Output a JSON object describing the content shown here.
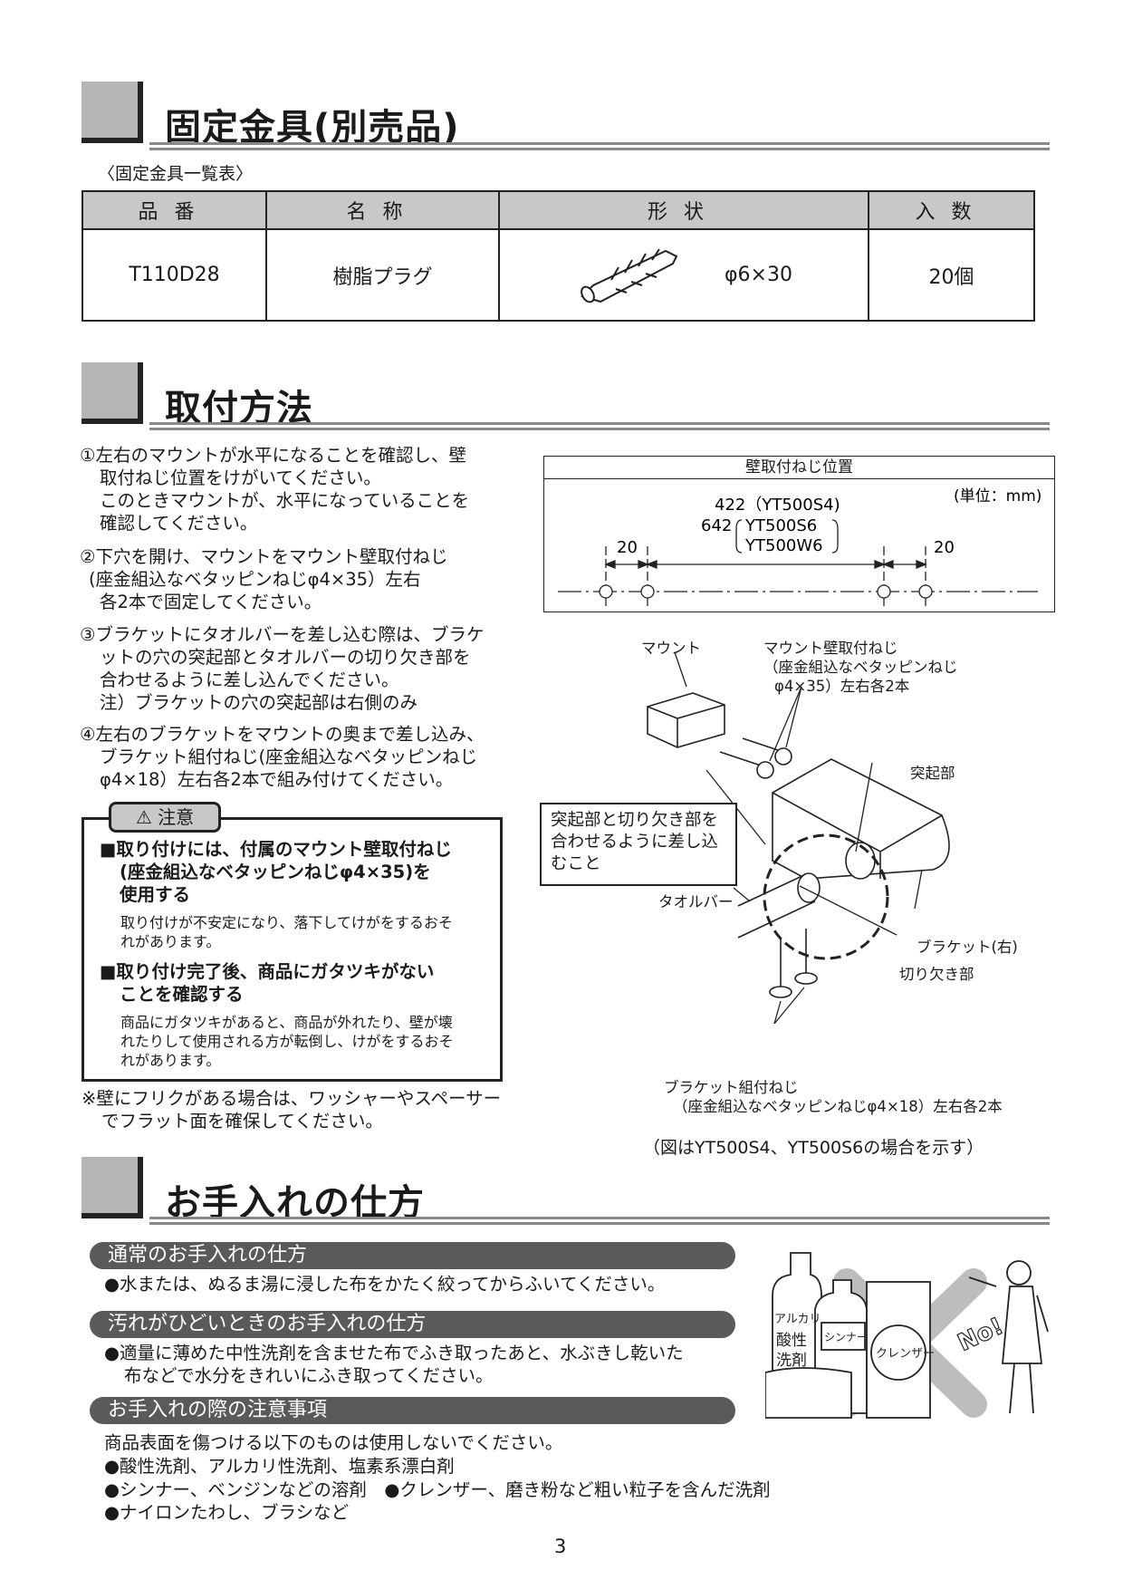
{
  "sections": {
    "fixtures": {
      "title": "固定金具(別売品)",
      "subtitle": "〈固定金具一覧表〉"
    },
    "install": {
      "title": "取付方法"
    },
    "care": {
      "title": "お手入れの仕方"
    }
  },
  "fixture_table": {
    "headers": [
      "品番",
      "名称",
      "形状",
      "入数"
    ],
    "rows": [
      {
        "part_no": "T110D28",
        "name": "樹脂プラグ",
        "shape": "φ6×30",
        "qty": "20個"
      }
    ]
  },
  "steps": [
    {
      "line1": "①左右のマウントが水平になることを確認し、壁",
      "rest": [
        "取付ねじ位置をけがいてください。",
        "このときマウントが、水平になっていることを",
        "確認してください。"
      ]
    },
    {
      "line1": "②下穴を開け、マウントをマウント壁取付ねじ",
      "rest": [
        "(座金組込なベタッピンねじφ4×35）左右",
        "各2本で固定してください。"
      ]
    },
    {
      "line1": "③ブラケットにタオルバーを差し込む際は、ブラケ",
      "rest": [
        "ットの穴の突起部とタオルバーの切り欠き部を",
        "合わせるように差し込んでください。",
        "注）ブラケットの穴の突起部は右側のみ"
      ]
    },
    {
      "line1": "④左右のブラケットをマウントの奥まで差し込み、",
      "rest": [
        "ブラケット組付ねじ(座金組込なベタッピンねじ",
        "φ4×18）左右各2本で組み付けてください。"
      ]
    }
  ],
  "caution": {
    "label": "注意",
    "items": [
      {
        "bold": [
          "■取り付けには、付属のマウント壁取付ねじ",
          "(座金組込なベタッピンねじφ4×35)を",
          "使用する"
        ],
        "detail": [
          "取り付けが不安定になり、落下してけがをするおそ",
          "れがあります。"
        ]
      },
      {
        "bold": [
          "■取り付け完了後、商品にガタツキがない",
          "ことを確認する"
        ],
        "detail": [
          "商品にガタツキがあると、商品が外れたり、壁が壊",
          "れたりして使用される方が転倒し、けがをするおそ",
          "れがあります。"
        ]
      }
    ]
  },
  "note": [
    "※壁にフリクがある場合は、ワッシャーやスペーサー",
    "でフラット面を確保してください。"
  ],
  "screw_position": {
    "title": "壁取付ねじ位置",
    "unit": "(単位：mm)",
    "dim1": "422（YT500S4)",
    "dim2": "642",
    "models": [
      "YT500S6",
      "YT500W6"
    ],
    "edge": "20"
  },
  "diagram_labels": {
    "mount": "マウント",
    "mount_screw": [
      "マウント壁取付ねじ",
      "（座金組込なベタッピンねじ",
      "φ4×35）左右各2本"
    ],
    "protrusion": "突起部",
    "callout": [
      "突起部と切り欠き部を",
      "合わせるように差し込",
      "むこと"
    ],
    "towel_bar": "タオルバー",
    "bracket": "ブラケット(右)",
    "notch": "切り欠き部",
    "bracket_screw": [
      "ブラケット組付ねじ",
      "（座金組込なベタッピンねじφ4×18）左右各2本"
    ],
    "caption": "（図はYT500S4、YT500S6の場合を示す）"
  },
  "care": {
    "normal": {
      "heading": "通常のお手入れの仕方",
      "text": "●水または、ぬるま湯に浸した布をかたく絞ってからふいてください。"
    },
    "heavy": {
      "heading": "汚れがひどいときのお手入れの仕方",
      "text": [
        "●適量に薄めた中性洗剤を含ませた布でふき取ったあと、水ぶきし乾いた",
        "布などで水分をきれいにふき取ってください。"
      ]
    },
    "cautions": {
      "heading": "お手入れの際の注意事項",
      "intro": "商品表面を傷つける以下のものは使用しないでください。",
      "items": [
        "●酸性洗剤、アルカリ性洗剤、塩素系漂白剤",
        "●シンナー、ベンジンなどの溶剤　●クレンザー、磨き粉など粗い粒子を含んだ洗剤",
        "●ナイロンたわし、ブラシなど"
      ]
    },
    "illustration": {
      "bottle1": [
        "アルカリ",
        "酸性",
        "洗剤"
      ],
      "bottle2": "シンナー",
      "can": "クレンザー",
      "shout": "No!"
    }
  },
  "page_number": "3"
}
